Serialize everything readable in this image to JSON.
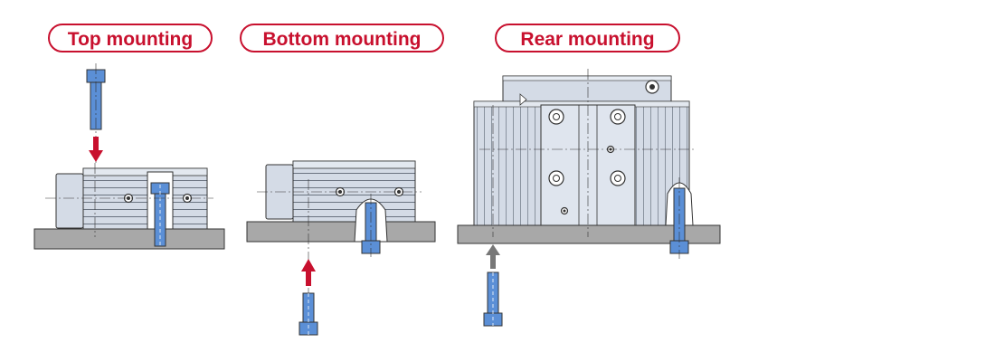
{
  "labels": {
    "top": "Top mounting",
    "bottom": "Bottom mounting",
    "rear": "Rear mounting"
  },
  "colors": {
    "label_accent": "#c8102e",
    "bolt": "#5b8fd6",
    "body": "#d4dbe6",
    "base": "#a8a8a8",
    "arrow_red": "#c8102e",
    "arrow_gray": "#777777"
  }
}
